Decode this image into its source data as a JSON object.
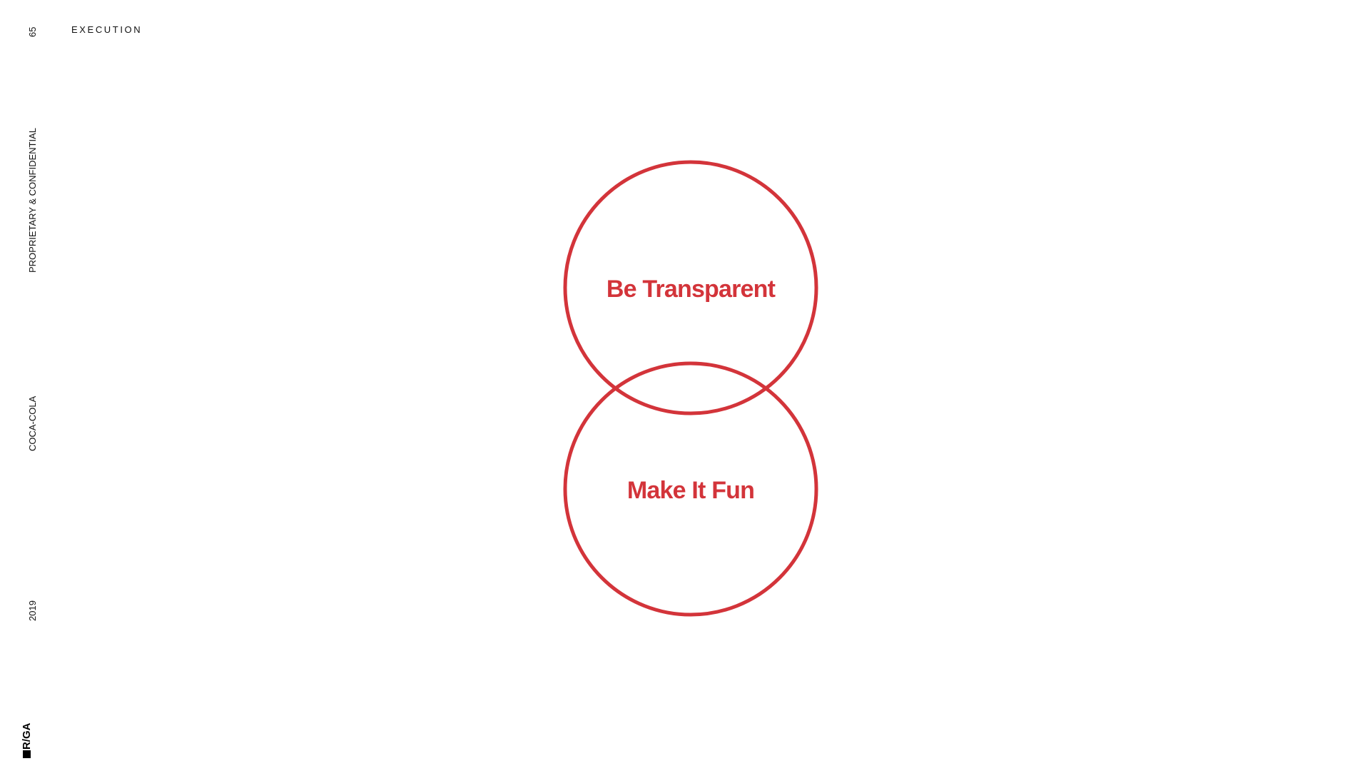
{
  "header": {
    "page_number": "65",
    "section": "EXECUTION"
  },
  "sidebar": {
    "confidential": "PROPRIETARY & CONFIDENTIAL",
    "client": "COCA-COLA",
    "year": "2019",
    "logo_text": "R/GA"
  },
  "diagram": {
    "accent_color": "#d3343a",
    "circles": [
      {
        "label": "Be Transparent"
      },
      {
        "label": "Make It Fun"
      }
    ]
  }
}
